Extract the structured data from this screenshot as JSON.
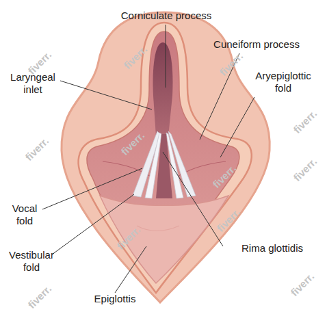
{
  "diagram": {
    "labels": [
      "Corniculate process",
      "Cuneiform process",
      "Laryngeal inlet",
      "Aryepiglottic fold",
      "Vocal fold",
      "Vestibular fold",
      "Rima glottidis",
      "Epiglottis",
      "fiverr.",
      "fiverr.",
      "fiverr.",
      "fiverr.",
      "fiverr.",
      "fiverr.",
      "fiverr.",
      "fiverr.",
      "fiverr.",
      "fiverr.",
      "fiverr.",
      "fiverr."
    ]
  }
}
